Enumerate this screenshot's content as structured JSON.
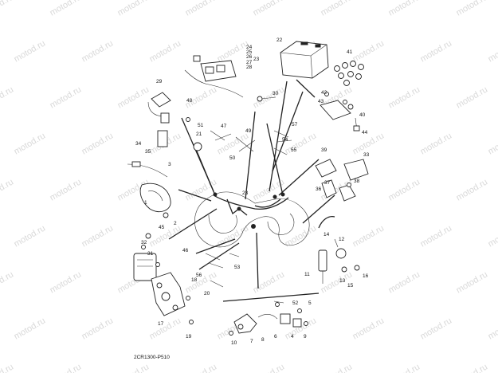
{
  "watermark": {
    "text": "motod.ru"
  },
  "diagram_code": "2CR1300-P510",
  "callouts": [
    "1",
    "2",
    "3",
    "4",
    "5",
    "6",
    "7",
    "8",
    "9",
    "10",
    "11",
    "12",
    "13",
    "14",
    "15",
    "16",
    "17",
    "18",
    "19",
    "20",
    "21",
    "22",
    "23",
    "24",
    "25",
    "26",
    "27",
    "28",
    "29",
    "30",
    "31",
    "32",
    "33",
    "34",
    "35",
    "36",
    "37",
    "38",
    "39",
    "40",
    "41",
    "42",
    "43",
    "44",
    "45",
    "46",
    "47",
    "48",
    "49",
    "50",
    "51",
    "52",
    "53",
    "54",
    "55",
    "56",
    "57"
  ],
  "colors": {
    "line": "#222222",
    "watermark": "#d9d9d9"
  }
}
